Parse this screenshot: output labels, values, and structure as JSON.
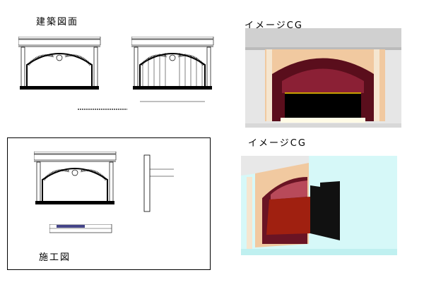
{
  "sections": {
    "architectural": {
      "title": "建築図面"
    },
    "construction": {
      "title": "施工図"
    },
    "cg_front": {
      "title": "イメージCG"
    },
    "cg_side": {
      "title": "イメージCG"
    }
  },
  "colors": {
    "curtain": "#7a1a2a",
    "arch": "#f1c9a0",
    "sky": "#d6f8f8",
    "wood": "#a0522d"
  }
}
